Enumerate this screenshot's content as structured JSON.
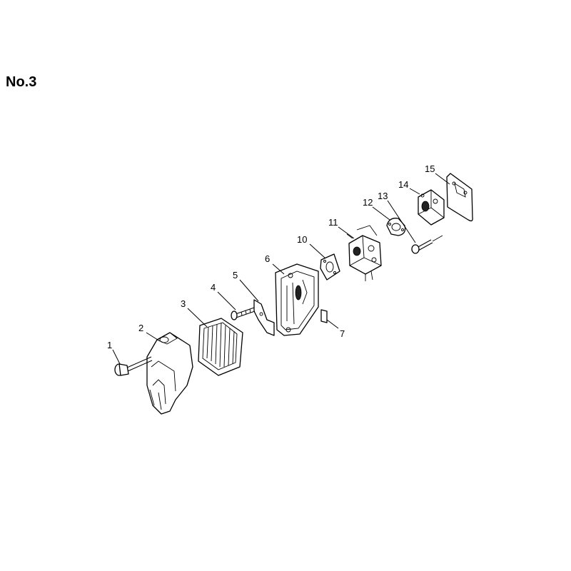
{
  "page": {
    "title": "No.3"
  },
  "callouts": {
    "p1": "1",
    "p2": "2",
    "p3": "3",
    "p4": "4",
    "p5": "5",
    "p6": "6",
    "p7": "7",
    "p10": "10",
    "p11": "11",
    "p12": "12",
    "p13": "13",
    "p14": "14",
    "p15": "15"
  }
}
